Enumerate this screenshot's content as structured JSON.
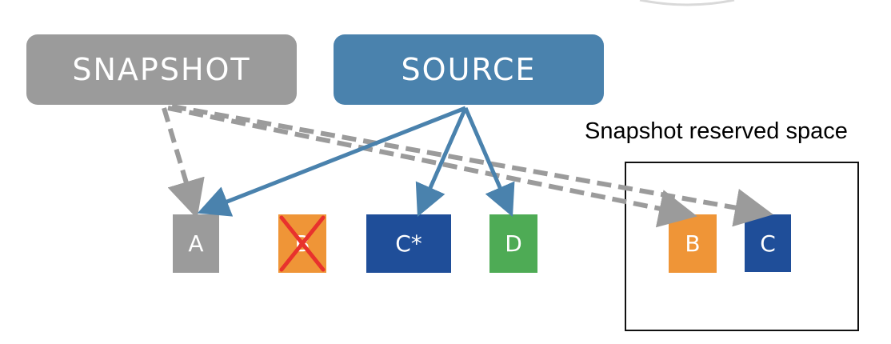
{
  "nodes": {
    "snapshot": {
      "label": "SNAPSHOT",
      "color": "#9b9b9b"
    },
    "source": {
      "label": "SOURCE",
      "color": "#4a82ad"
    }
  },
  "blocks": {
    "a": {
      "label": "A",
      "color": "#9b9b9b"
    },
    "b_removed": {
      "label": "B",
      "color": "#ef9537",
      "crossed_out": true,
      "cross_color": "#e8322d"
    },
    "c_star": {
      "label": "C*",
      "color": "#1f4e99"
    },
    "d": {
      "label": "D",
      "color": "#4eab55"
    },
    "b": {
      "label": "B",
      "color": "#ef9537"
    },
    "c": {
      "label": "C",
      "color": "#1f4e99"
    }
  },
  "reserved_space": {
    "label": "Snapshot reserved space"
  },
  "arrows": {
    "source_color": "#4a82ad",
    "snapshot_color": "#9b9b9b",
    "source_targets": [
      "A",
      "C*",
      "D"
    ],
    "snapshot_targets": [
      "A",
      "B",
      "C"
    ]
  }
}
